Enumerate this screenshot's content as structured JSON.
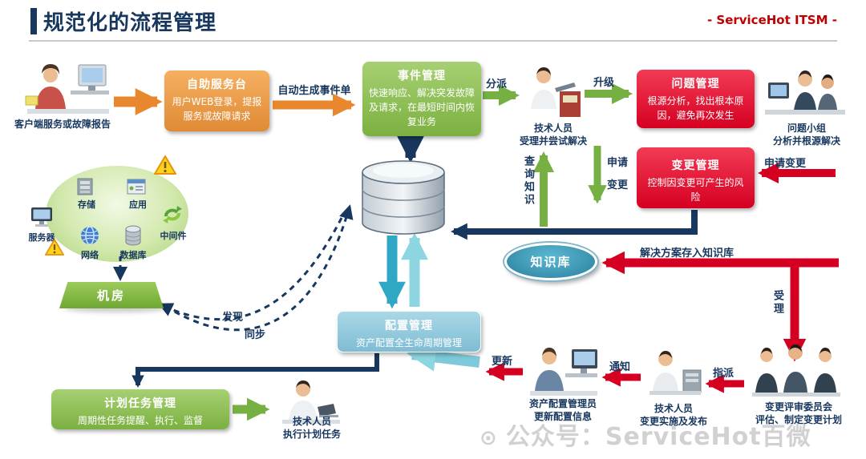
{
  "header": {
    "title": "规范化的流程管理",
    "brand": "- ServiceHot ITSM -"
  },
  "colors": {
    "navy": "#17375E",
    "brand_red": "#C00000",
    "orange": "#E8872E",
    "green": "#76B043",
    "red": "#D50021",
    "teal": "#2FA8C5",
    "light_blue": "#8FC6DB"
  },
  "boxes": {
    "service_desk": {
      "title": "自助服务台",
      "body": "用户WEB登录，提报服务或故障请求"
    },
    "incident": {
      "title": "事件管理",
      "body": "快速响应、解决突发故障及请求，在最短时间内恢复业务"
    },
    "problem": {
      "title": "问题管理",
      "body": "根源分析，找出根本原因，避免再次发生"
    },
    "change": {
      "title": "变更管理",
      "body": "控制因变更可产生的风险"
    },
    "config": {
      "title": "配置管理",
      "body": "资产配置全生命周期管理"
    },
    "task": {
      "title": "计划任务管理",
      "body": "周期性任务提醒、执行、监督"
    }
  },
  "labels": {
    "auto_ticket": "自动生成事件单",
    "dispatch": "分派",
    "escalate": "升级",
    "apply": "申请",
    "change": "变更",
    "apply_change": "申请变更",
    "query_knowledge": "查询知识",
    "store_kb": "解决方案存入知识库",
    "accept": "受理",
    "assign": "指派",
    "notify": "通知",
    "update": "更新",
    "discover": "发现",
    "sync": "同步",
    "knowledge_base": "知识库",
    "room": "机房"
  },
  "figures": {
    "client": {
      "line1": "客户端服务或故障报告"
    },
    "technician": {
      "line1": "技术人员",
      "line2": "受理并尝试解决"
    },
    "problem_team": {
      "line1": "问题小组",
      "line2": "分析并根源解决"
    },
    "committee": {
      "line1": "变更评审委员会",
      "line2": "评估、制定变更计划"
    },
    "tech_change": {
      "line1": "技术人员",
      "line2": "变更实施及发布"
    },
    "asset_admin": {
      "line1": "资产配置管理员",
      "line2": "更新配置信息"
    },
    "tech_task": {
      "line1": "技术人员",
      "line2": "执行计划任务"
    }
  },
  "infra": {
    "items": [
      "存储",
      "应用",
      "服务器",
      "网络",
      "数据库",
      "中间件"
    ]
  },
  "watermark": "公众号：ServiceHot百微"
}
